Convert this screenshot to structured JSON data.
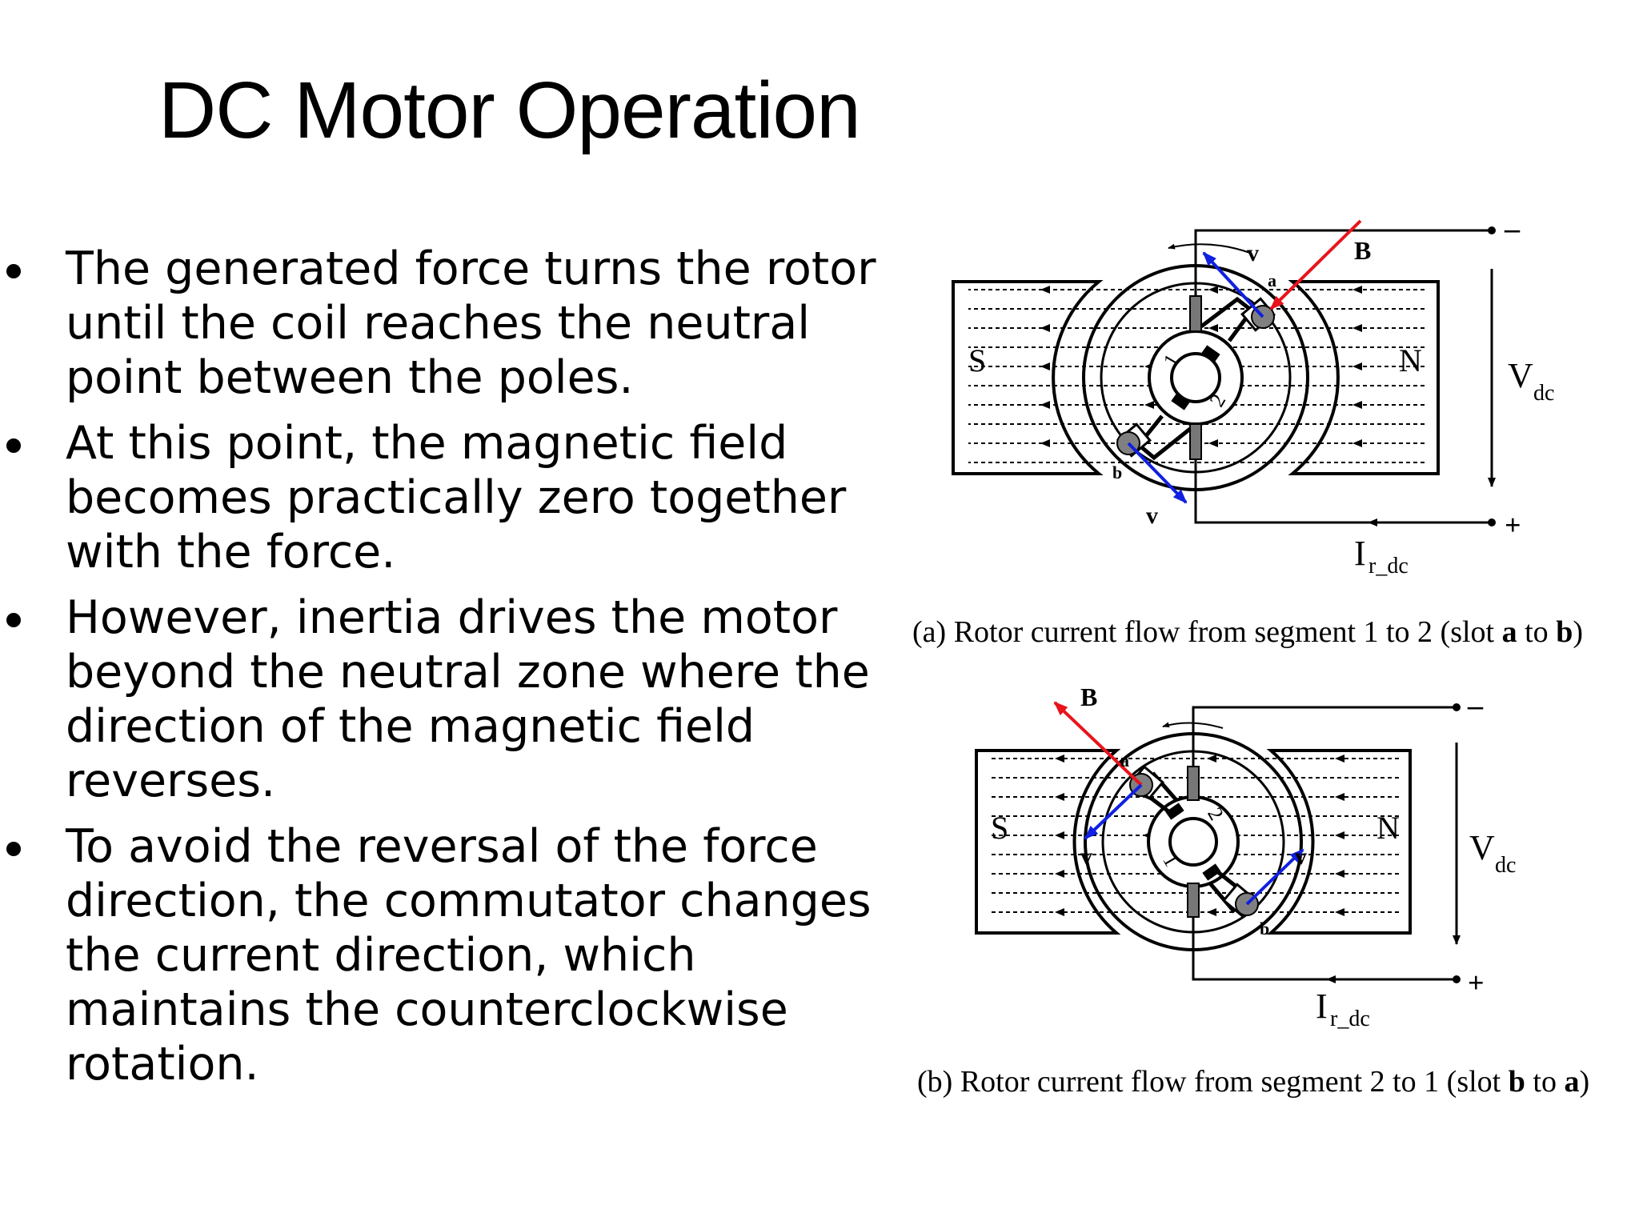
{
  "slide": {
    "title": "DC Motor Operation"
  },
  "bullets": [
    "The generated force turns the rotor until the coil reaches the neutral point between the poles.",
    "At this point, the magnetic field becomes practically zero together with the force.",
    "However, inertia drives the motor beyond the neutral zone where the direction of the magnetic field reverses.",
    "To avoid the reversal of the force direction, the commutator changes the current direction, which maintains the counterclockwise rotation."
  ],
  "figure_a": {
    "label_S": "S",
    "label_N": "N",
    "label_v_top": "v",
    "label_v_bottom": "v",
    "label_B": "B",
    "slot_a": "a",
    "slot_b": "b",
    "seg_1": "1",
    "seg_2": "2",
    "minus": "–",
    "plus": "+",
    "vdc_main": "V",
    "vdc_sub": "dc",
    "ir_main": "I",
    "ir_sub": "r_dc",
    "caption_tag": "(a)",
    "caption_text": "Rotor current flow from segment 1 to 2 (slot ",
    "caption_from": "a",
    "caption_mid": " to ",
    "caption_to": "b",
    "caption_end": ")"
  },
  "figure_b": {
    "label_S": "S",
    "label_N": "N",
    "label_v_left": "v",
    "label_v_right": "v",
    "label_B": "B",
    "slot_a": "a",
    "slot_b": "b",
    "seg_1": "1",
    "seg_2": "2",
    "minus": "–",
    "plus": "+",
    "vdc_main": "V",
    "vdc_sub": "dc",
    "ir_main": "I",
    "ir_sub": "r_dc",
    "caption_tag": "(b)",
    "caption_text": "Rotor current flow from segment 2 to 1 (slot ",
    "caption_from": "b",
    "caption_mid": " to ",
    "caption_to": "a",
    "caption_end": ")"
  },
  "colors": {
    "field_B": "#e8141b",
    "velocity_v": "#1020e0",
    "conductor": "#808080"
  }
}
